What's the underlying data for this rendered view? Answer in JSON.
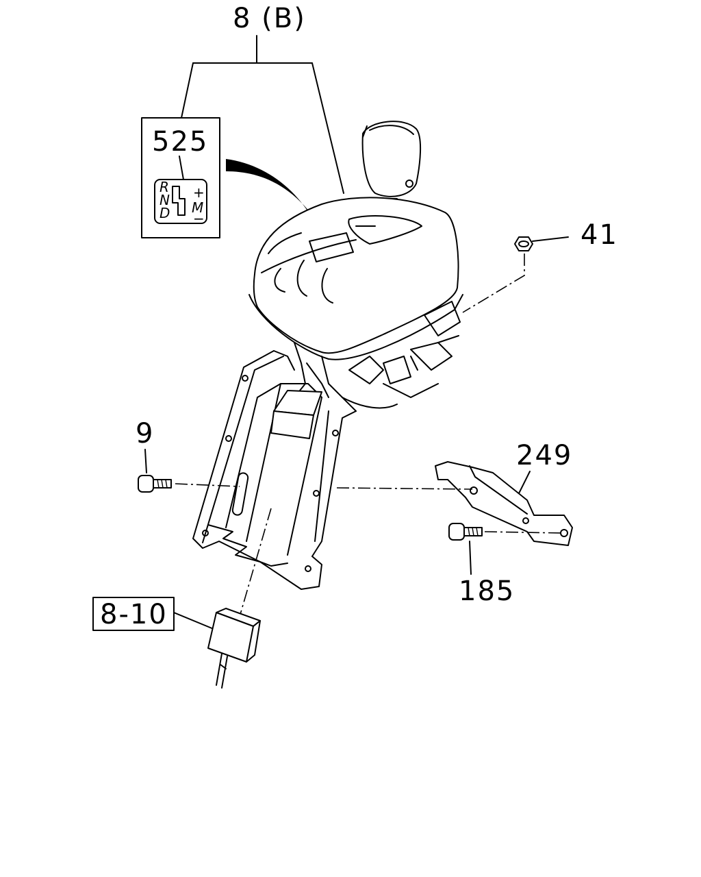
{
  "callouts": {
    "assembly": "8 (B)",
    "label": "525",
    "nut": "41",
    "bolt_left": "9",
    "bracket": "249",
    "bolt_right": "185",
    "connector": "8-10"
  },
  "shift_label": {
    "r": "R",
    "n": "N",
    "d": "D",
    "plus": "+",
    "m": "M",
    "minus": "−"
  }
}
